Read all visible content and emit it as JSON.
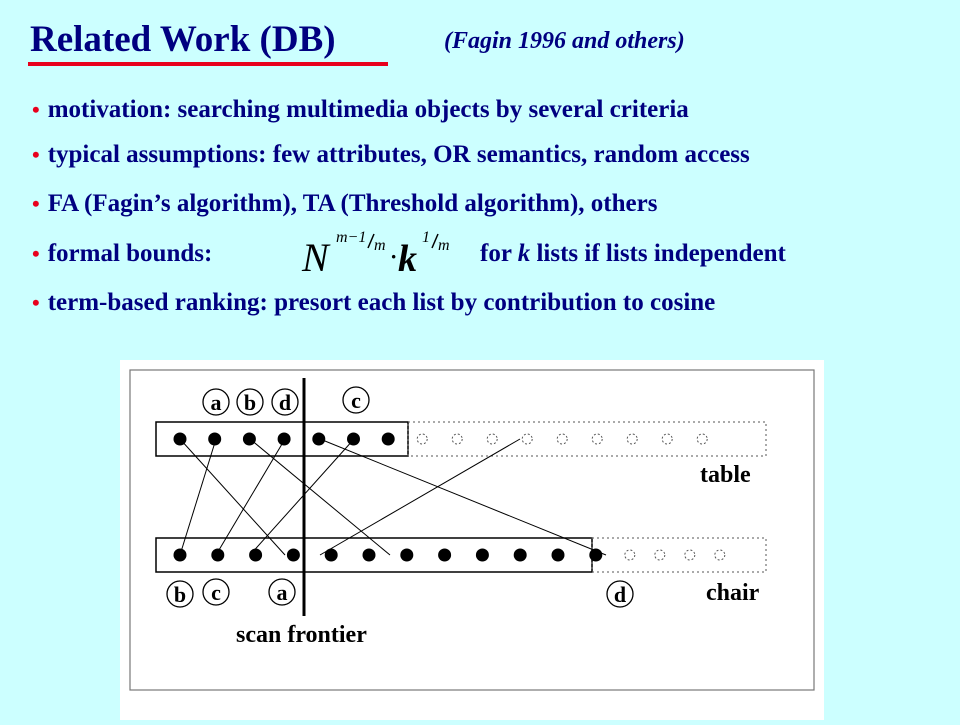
{
  "slide": {
    "title": "Related Work (DB)",
    "subtitle": "(Fagin 1996 and others)",
    "bullets": [
      "motivation: searching multimedia objects by several criteria",
      "typical assumptions: few attributes, OR semantics, random access",
      "FA (Fagin’s algorithm), TA (Threshold algorithm), others",
      "formal bounds:",
      "term-based ranking: presort each list by contribution to cosine"
    ],
    "bullet4_tail_pre": "for ",
    "bullet4_tail_k": "k",
    "bullet4_tail_post": " lists if lists independent",
    "bullet_symbol": "•",
    "formula": {
      "base": "N",
      "exponent_top": "m−1",
      "exponent_denominator": "m",
      "dot": "·",
      "k": "k",
      "k_exponent_top": "1",
      "k_exponent_denominator": "m"
    },
    "colors": {
      "background": "#ccffff",
      "title": "#000080",
      "accent": "#e8001c"
    }
  },
  "diagram": {
    "list_labels": {
      "top": "table",
      "bottom": "chair"
    },
    "frontier_label": "scan frontier",
    "top_row": {
      "filled": 7,
      "hollow": 9
    },
    "bottom_row": {
      "filled": 12,
      "hollow": 4
    },
    "top_tags": [
      "a",
      "b",
      "d",
      "c"
    ],
    "bottom_tags": [
      "b",
      "c",
      "a",
      "d"
    ]
  }
}
